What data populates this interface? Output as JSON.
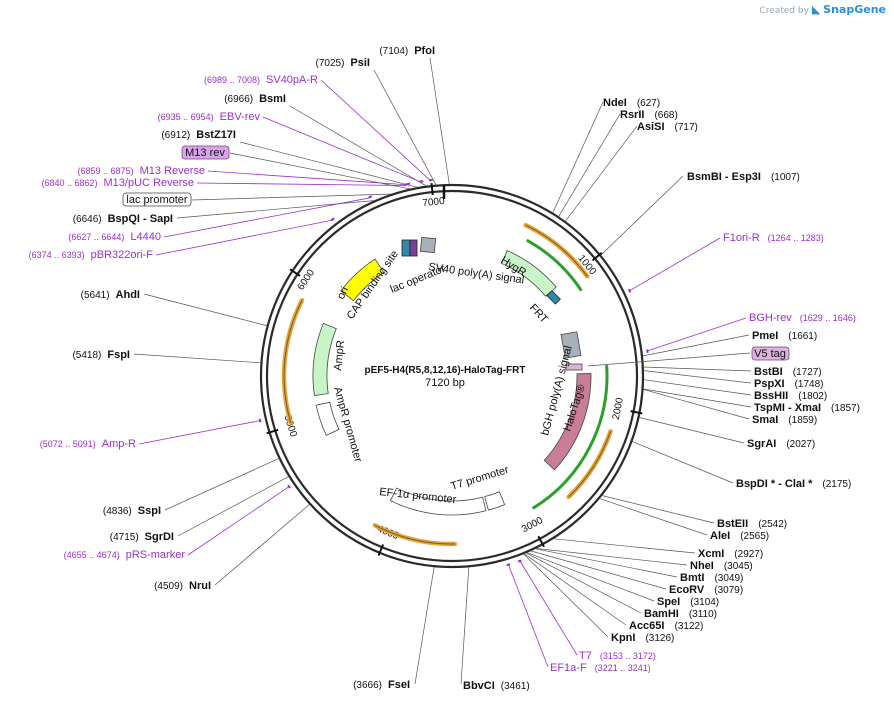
{
  "header": {
    "created_by": "Created by",
    "brand": "SnapGene"
  },
  "plasmid": {
    "name": "pEF5-H4(R5,8,12,16)-HaloTag-FRT",
    "size_label": "7120 bp",
    "length": 7120
  },
  "ticks": [
    "1000",
    "2000",
    "3000",
    "4000",
    "5000",
    "6000",
    "7000"
  ],
  "sites": [
    {
      "name": "PfoI",
      "pos": "(7104)",
      "bp": 7104
    },
    {
      "name": "PsiI",
      "pos": "(7025)",
      "bp": 7025
    },
    {
      "name": "BsmI",
      "pos": "(6966)",
      "bp": 6966
    },
    {
      "name": "BstZ17I",
      "pos": "(6912)",
      "bp": 6912
    },
    {
      "name": "BspQI  -  SapI",
      "pos": "(6646)",
      "bp": 6646
    },
    {
      "name": "AhdI",
      "pos": "(5641)",
      "bp": 5641
    },
    {
      "name": "FspI",
      "pos": "(5418)",
      "bp": 5418
    },
    {
      "name": "SspI",
      "pos": "(4836)",
      "bp": 4836
    },
    {
      "name": "SgrDI",
      "pos": "(4715)",
      "bp": 4715
    },
    {
      "name": "NruI",
      "pos": "(4509)",
      "bp": 4509
    },
    {
      "name": "FseI",
      "pos": "(3666)",
      "bp": 3666
    },
    {
      "name": "BbvCI",
      "pos": "(3461)",
      "bp": 3461
    },
    {
      "name": "NdeI",
      "pos": "(627)",
      "bp": 627
    },
    {
      "name": "RsrII",
      "pos": "(668)",
      "bp": 668
    },
    {
      "name": "AsiSI",
      "pos": "(717)",
      "bp": 717
    },
    {
      "name": "BsmBI  -  Esp3I",
      "pos": "(1007)",
      "bp": 1007
    },
    {
      "name": "PmeI",
      "pos": "(1661)",
      "bp": 1661
    },
    {
      "name": "BstBI",
      "pos": "(1727)",
      "bp": 1727
    },
    {
      "name": "PspXI",
      "pos": "(1748)",
      "bp": 1748
    },
    {
      "name": "BssHII",
      "pos": "(1802)",
      "bp": 1802
    },
    {
      "name": "TspMI  -  XmaI",
      "pos": "(1857)",
      "bp": 1857
    },
    {
      "name": "SmaI",
      "pos": "(1859)",
      "bp": 1859
    },
    {
      "name": "SgrAI",
      "pos": "(2027)",
      "bp": 2027
    },
    {
      "name": "BspDI *  -  ClaI *",
      "pos": "(2175)",
      "bp": 2175
    },
    {
      "name": "BstEII",
      "pos": "(2542)",
      "bp": 2542
    },
    {
      "name": "AleI",
      "pos": "(2565)",
      "bp": 2565
    },
    {
      "name": "XcmI",
      "pos": "(2927)",
      "bp": 2927
    },
    {
      "name": "NheI",
      "pos": "(3045)",
      "bp": 3045
    },
    {
      "name": "BmtI",
      "pos": "(3049)",
      "bp": 3049
    },
    {
      "name": "EcoRV",
      "pos": "(3079)",
      "bp": 3079
    },
    {
      "name": "SpeI",
      "pos": "(3104)",
      "bp": 3104
    },
    {
      "name": "BamHI",
      "pos": "(3110)",
      "bp": 3110
    },
    {
      "name": "Acc65I",
      "pos": "(3122)",
      "bp": 3122
    },
    {
      "name": "KpnI",
      "pos": "(3126)",
      "bp": 3126
    }
  ],
  "primers": [
    {
      "name": "SV40pA-R",
      "range": "(6989 .. 7008)",
      "bp": 6998
    },
    {
      "name": "EBV-rev",
      "range": "(6935 .. 6954)",
      "bp": 6944
    },
    {
      "name": "M13 Reverse",
      "range": "(6859 .. 6875)",
      "bp": 6867
    },
    {
      "name": "M13/pUC Reverse",
      "range": "(6840 .. 6862)",
      "bp": 6851
    },
    {
      "name": "L4440",
      "range": "(6627 .. 6644)",
      "bp": 6635
    },
    {
      "name": "pBR322ori-F",
      "range": "(6374 .. 6393)",
      "bp": 6383
    },
    {
      "name": "Amp-R",
      "range": "(5072 .. 5091)",
      "bp": 5081
    },
    {
      "name": "pRS-marker",
      "range": "(4655 .. 4674)",
      "bp": 4664
    },
    {
      "name": "F1ori-R",
      "range": "(1264 .. 1283)",
      "bp": 1273
    },
    {
      "name": "BGH-rev",
      "range": "(1629 .. 1646)",
      "bp": 1637
    },
    {
      "name": "T7",
      "range": "(3153 .. 3172)",
      "bp": 3162
    },
    {
      "name": "EF1a-F",
      "range": "(3221 .. 3241)",
      "bp": 3231
    }
  ],
  "boxed_labels": {
    "m13_rev": "M13 rev",
    "lac_promoter": "lac promoter",
    "v5_tag": "V5 tag"
  },
  "features": {
    "hygr": "HygR",
    "sv40": "SV40 poly(A) signal",
    "frt": "FRT",
    "halotag": "HaloTag®",
    "bgh": "bGH poly(A) signal",
    "t7": "T7 promoter",
    "ef1a": "EF-1α promoter",
    "ampr": "AmpR",
    "ampr_promoter": "AmpR promoter",
    "ori": "ori",
    "cap": "CAP binding site",
    "lac_operator": "lac operator"
  },
  "colors": {
    "backbone": "#2a2a2a",
    "primer": "#9a2fd0",
    "orange": "#e6a33a",
    "green": "#2aa02a",
    "hygr_fill": "#c8f5c8",
    "halotag_fill": "#c97e98",
    "ori_fill": "#ffff00",
    "white_fill": "#ffffff",
    "v5_fill": "#dcb3da",
    "m13_fill": "#d9a4ea"
  }
}
